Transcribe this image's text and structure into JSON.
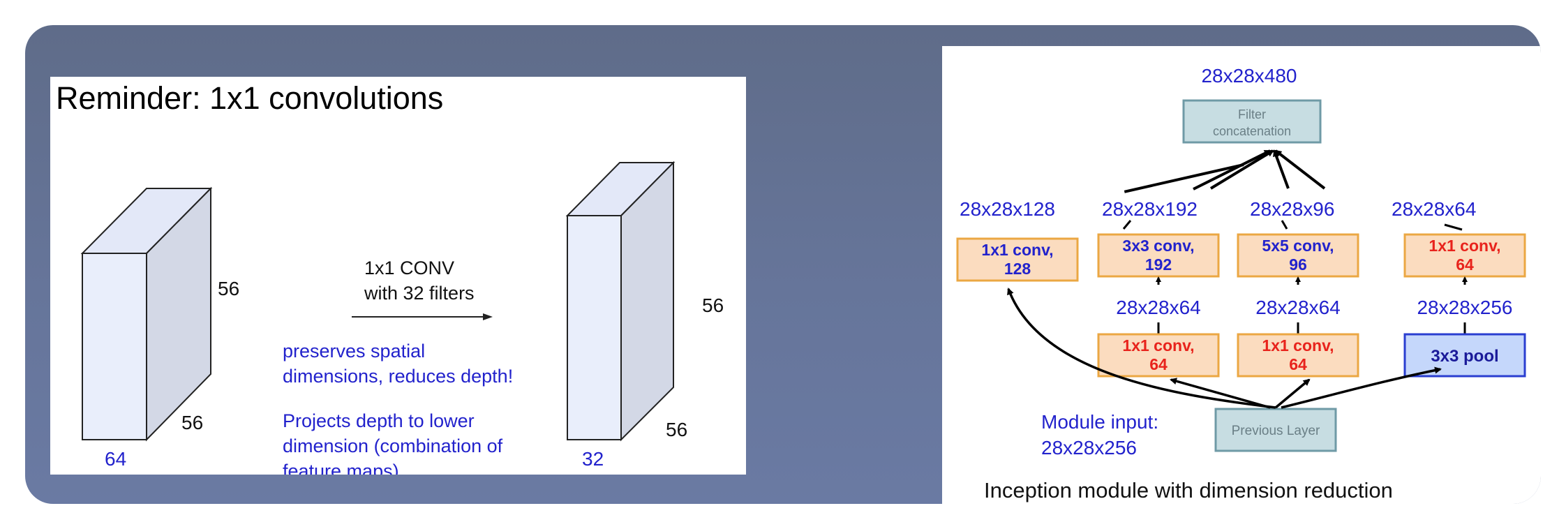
{
  "left": {
    "title": "Reminder: 1x1 convolutions",
    "input_box": {
      "height": "56",
      "width": "56",
      "depth": "64"
    },
    "output_box": {
      "height": "56",
      "width": "56",
      "depth": "32"
    },
    "arrow_label_line1": "1x1 CONV",
    "arrow_label_line2": "with 32 filters",
    "note1_line1": "preserves spatial",
    "note1_line2": "dimensions, reduces depth!",
    "note2_line1": "Projects depth to lower",
    "note2_line2": "dimension (combination of",
    "note2_line3": "feature maps)"
  },
  "right": {
    "output_dim": "28x28x480",
    "filter_concat_line1": "Filter",
    "filter_concat_line2": "concatenation",
    "branch1": {
      "out_dim": "28x28x128",
      "conv_line1": "1x1 conv,",
      "conv_line2": "128"
    },
    "branch2": {
      "out_dim": "28x28x192",
      "conv_line1": "3x3 conv,",
      "conv_line2": "192",
      "mid_dim": "28x28x64",
      "red_line1": "1x1 conv,",
      "red_line2": "64"
    },
    "branch3": {
      "out_dim": "28x28x96",
      "conv_line1": "5x5 conv,",
      "conv_line2": "96",
      "mid_dim": "28x28x64",
      "red_line1": "1x1 conv,",
      "red_line2": "64"
    },
    "branch4": {
      "out_dim": "28x28x64",
      "conv_line1": "1x1 conv,",
      "conv_line2": "64",
      "mid_dim": "28x28x256",
      "pool_label": "3x3 pool"
    },
    "module_input_line1": "Module input:",
    "module_input_line2": "28x28x256",
    "previous_layer": "Previous Layer",
    "caption": "Inception module with dimension reduction"
  },
  "colors": {
    "blue_text": "#2222cc",
    "red_text": "#e8231c",
    "conv_fill": "#fbdcbf",
    "conv_border": "#eba743",
    "teal_fill": "#c7dde2",
    "teal_border": "#6f9aa6",
    "pool_fill": "#c5d7fb",
    "pool_border": "#2a3ed0",
    "box_front": "#e9eefb",
    "box_top": "#e3e8f8",
    "box_side": "#d3d8e6"
  }
}
